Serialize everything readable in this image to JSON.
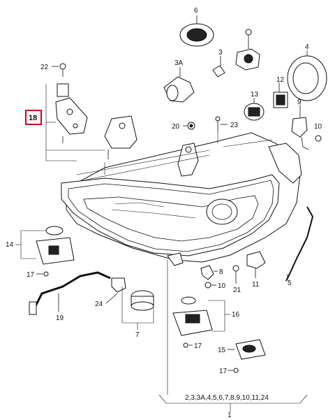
{
  "callouts": {
    "c22": "22",
    "c18": "18",
    "c6": "6",
    "c3": "3",
    "c3a": "3A",
    "c4": "4",
    "c12": "12",
    "c13": "13",
    "c9": "9",
    "c10a": "10",
    "c20": "20",
    "c23": "23",
    "c14": "14",
    "c17a": "17",
    "c19": "19",
    "c24": "24",
    "c7": "7",
    "c8": "8",
    "c10b": "10",
    "c21": "21",
    "c11": "11",
    "c5": "5",
    "c16": "16",
    "c17b": "17",
    "c15": "15",
    "c17c": "17",
    "c1": "1",
    "group": "2,3,3A,4,5,6,7,8,9,10,11,24"
  },
  "highlight_color": "#d0021b"
}
